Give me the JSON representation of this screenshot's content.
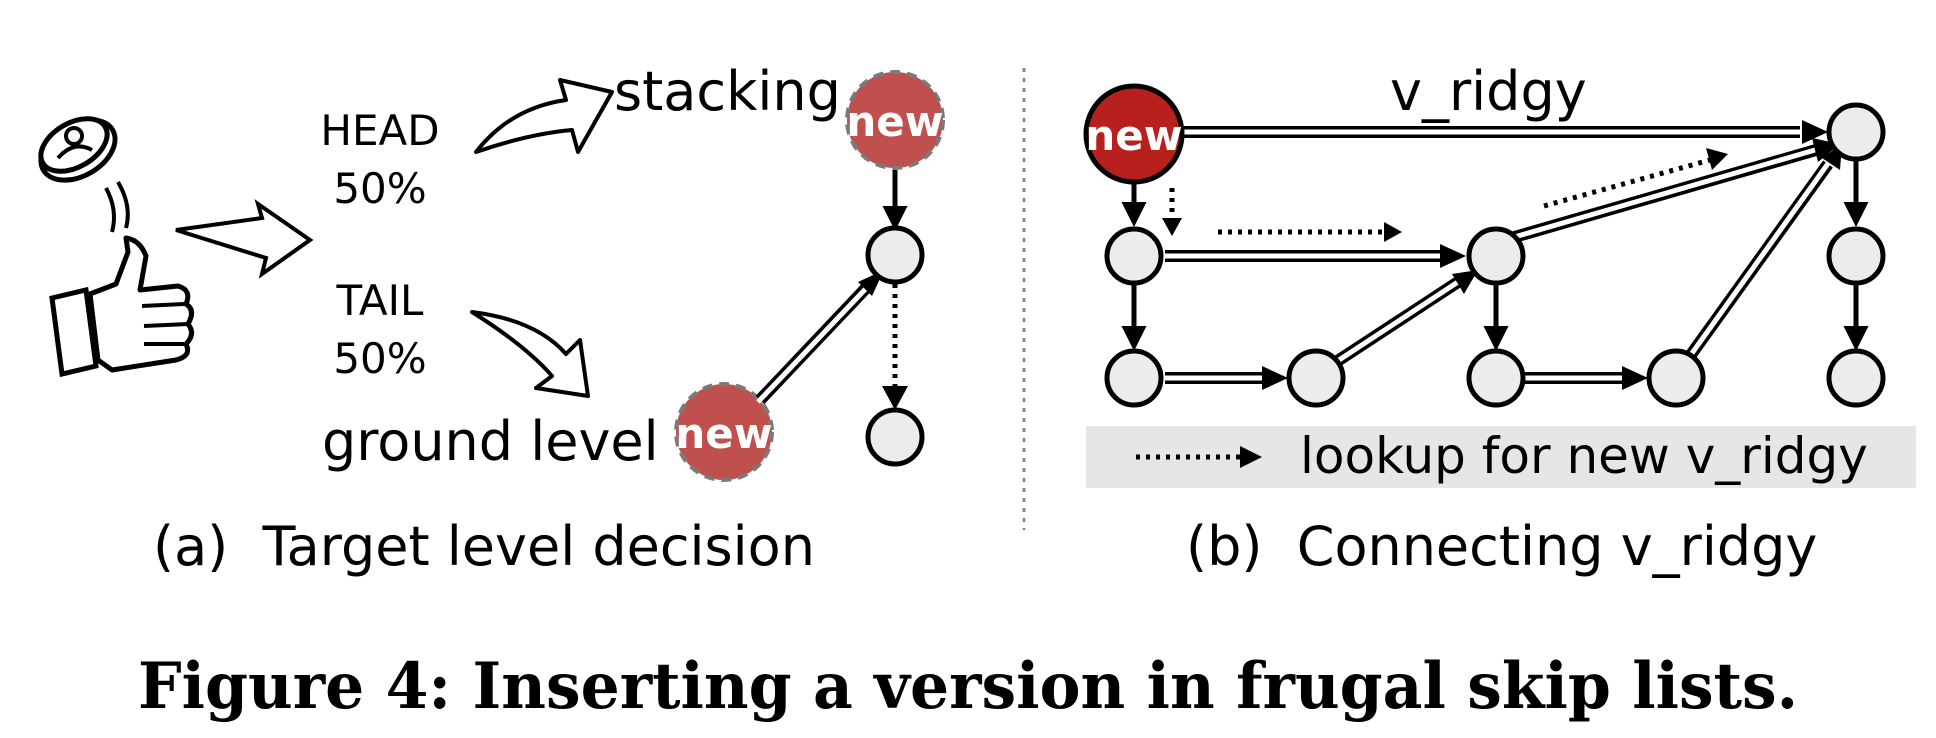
{
  "panel_a": {
    "head_label": "HEAD",
    "head_pct": "50%",
    "tail_label": "TAIL",
    "tail_pct": "50%",
    "stacking_label": "stacking",
    "ground_label": "ground level",
    "new_top": "new",
    "new_bottom": "new",
    "caption": "(a)  Target level decision"
  },
  "panel_b": {
    "new_label": "new",
    "v_ridgy_label": "v_ridgy",
    "legend_text": "lookup for new v_ridgy",
    "caption": "(b)  Connecting v_ridgy"
  },
  "figure_caption": "Figure 4: Inserting a version in frugal skip lists."
}
